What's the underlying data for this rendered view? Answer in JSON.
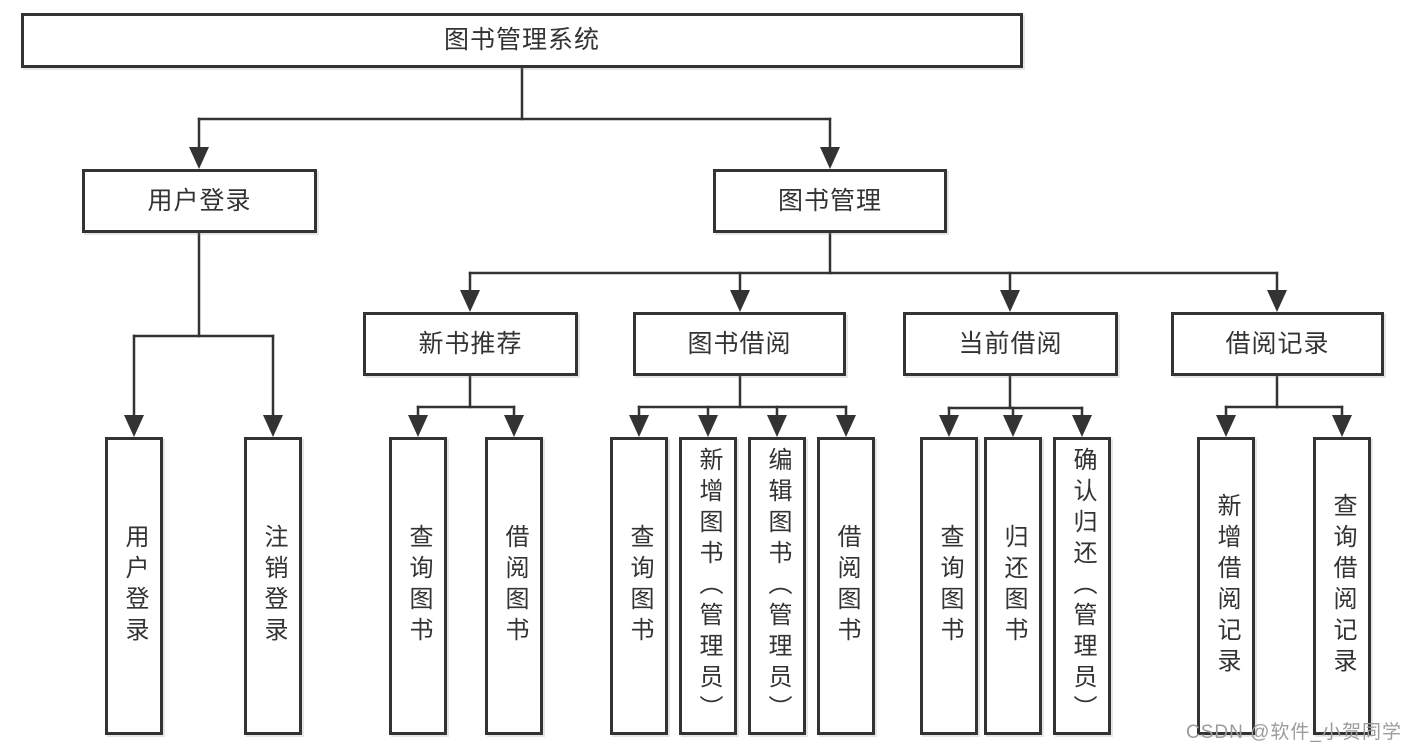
{
  "colors": {
    "line": "#333333",
    "text": "#333333",
    "background": "#ffffff",
    "watermark": "#9c9c9c"
  },
  "diagram": {
    "title": "图书管理系统",
    "branches": [
      {
        "label": "用户登录",
        "children": [
          {
            "label": "用户登录"
          },
          {
            "label": "注销登录"
          }
        ]
      },
      {
        "label": "图书管理",
        "children": [
          {
            "label": "新书推荐",
            "children": [
              {
                "label": "查询图书"
              },
              {
                "label": "借阅图书"
              }
            ]
          },
          {
            "label": "图书借阅",
            "children": [
              {
                "label": "查询图书"
              },
              {
                "label": "新增图书（管理员）"
              },
              {
                "label": "编辑图书（管理员）"
              },
              {
                "label": "借阅图书"
              }
            ]
          },
          {
            "label": "当前借阅",
            "children": [
              {
                "label": "查询图书"
              },
              {
                "label": "归还图书"
              },
              {
                "label": "确认归还（管理员）"
              }
            ]
          },
          {
            "label": "借阅记录",
            "children": [
              {
                "label": "新增借阅记录"
              },
              {
                "label": "查询借阅记录"
              }
            ]
          }
        ]
      }
    ]
  },
  "watermark": {
    "text": "CSDN @软件_小贺同学"
  }
}
